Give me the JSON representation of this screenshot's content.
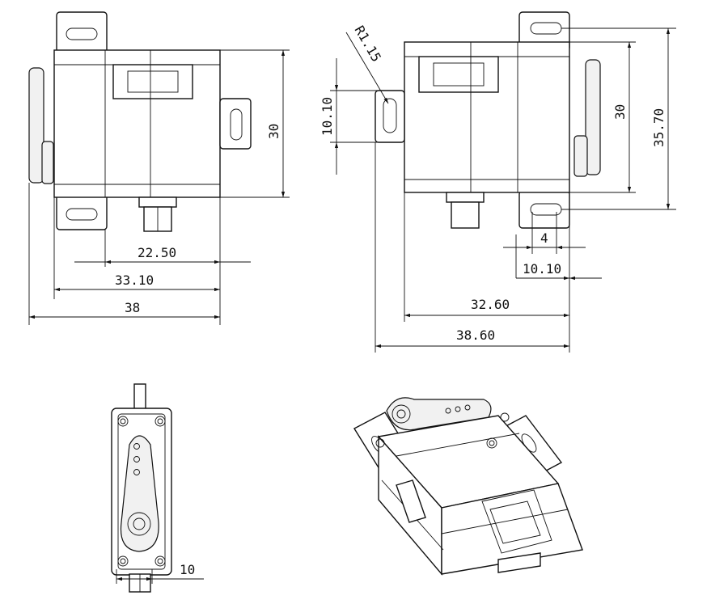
{
  "dimensions": {
    "front_lower_inner": "22.50",
    "front_body": "33.10",
    "front_total": "38",
    "front_height": "30",
    "side_radius": "R1.15",
    "side_slot": "10.10",
    "side_hole": "4",
    "side_slot_offset": "10.10",
    "side_body": "32.60",
    "side_total": "38.60",
    "side_height": "30",
    "side_total_height": "35.70",
    "top_width": "10"
  }
}
